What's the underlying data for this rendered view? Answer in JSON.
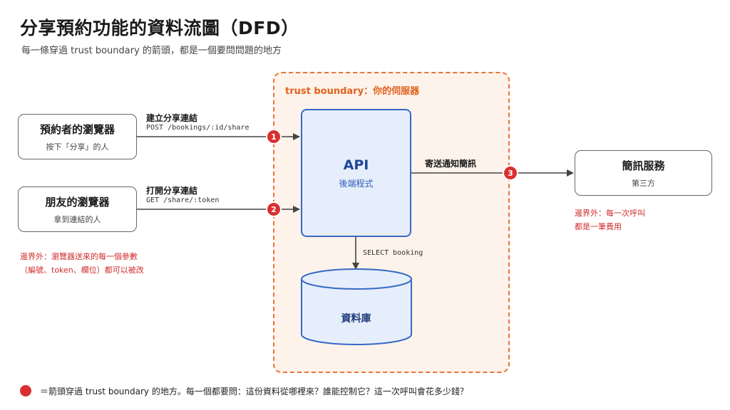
{
  "title": "分享預約功能的資料流圖（DFD）",
  "subtitle": "每一條穿過 trust boundary 的箭頭，都是一個要問問題的地方",
  "trust_boundary": {
    "label": "trust boundary：你的伺服器"
  },
  "nodes": {
    "booker": {
      "title": "預約者的瀏覽器",
      "sub": "按下「分享」的人"
    },
    "friend": {
      "title": "朋友的瀏覽器",
      "sub": "拿到連結的人"
    },
    "api": {
      "title": "API",
      "sub": "後端程式"
    },
    "db": {
      "title": "資料庫"
    },
    "sms": {
      "title": "簡訊服務",
      "sub": "第三方"
    }
  },
  "flows": {
    "create_link": {
      "title": "建立分享連結",
      "code": "POST /bookings/:id/share",
      "badge": "1"
    },
    "open_link": {
      "title": "打開分享連結",
      "code": "GET /share/:token",
      "badge": "2"
    },
    "send_sms": {
      "title": "寄送通知簡訊",
      "badge": "3"
    },
    "db_query": {
      "code": "SELECT booking"
    }
  },
  "notes": {
    "left": [
      "邊界外：瀏覽器送來的每一個參數",
      "（編號、token、欄位）都可以被改"
    ],
    "right": [
      "邊界外：每一次呼叫",
      "都是一筆費用"
    ]
  },
  "legend": {
    "text": "＝箭頭穿過 trust boundary 的地方。每一個都要問：這份資料從哪裡來？誰能控制它？這一次呼叫會花多少錢？"
  },
  "colors": {
    "accent": "#d9302f",
    "boundary": "#e8733a",
    "api": "#3768c6",
    "node_border": "#666666"
  }
}
